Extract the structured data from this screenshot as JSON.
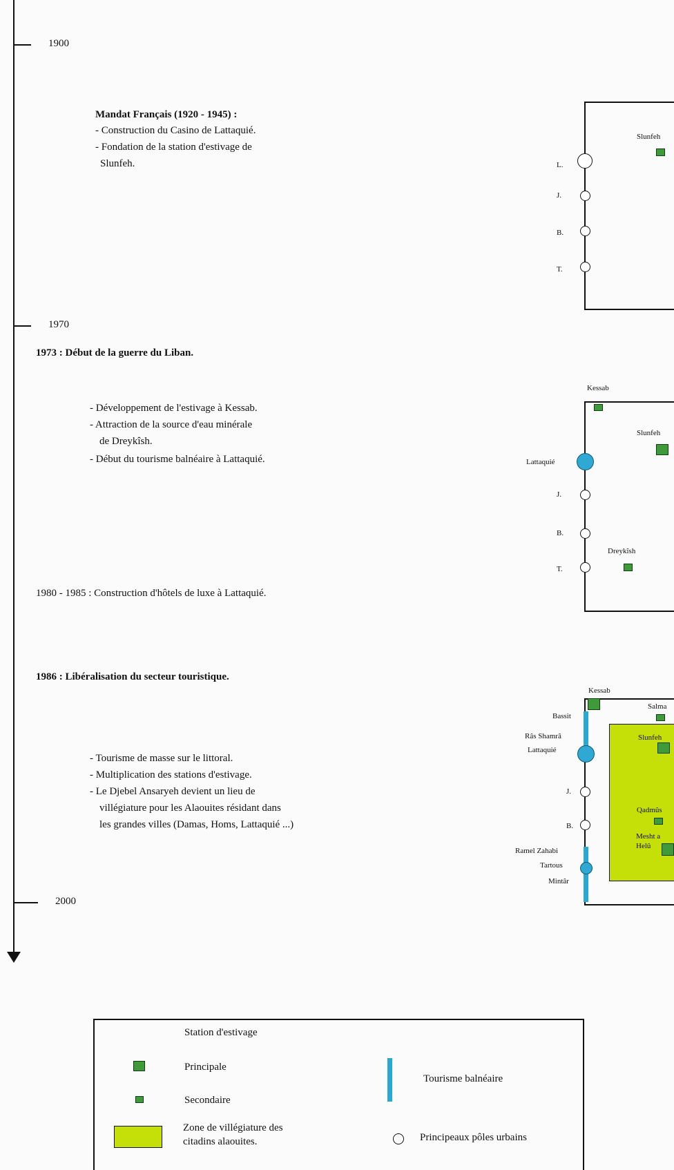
{
  "timeline": {
    "years": [
      "1900",
      "1970",
      "2000"
    ]
  },
  "period1": {
    "title": "Mandat Français (1920 - 1945) :",
    "lines": [
      "- Construction du Casino de Lattaquié.",
      "- Fondation de la station d'estivage de",
      "Slunfeh."
    ]
  },
  "event1973": "1973 : Début de la guerre du Liban.",
  "period2": {
    "lines": [
      "- Développement de l'estivage à Kessab.",
      "- Attraction de la source d'eau minérale",
      "de Dreykîsh.",
      "- Début du tourisme balnéaire à Lattaquié."
    ]
  },
  "event1980": "1980 - 1985 : Construction d'hôtels de luxe à Lattaquié.",
  "event1986": "1986 : Libéralisation du secteur touristique.",
  "period3": {
    "lines": [
      "- Tourisme de masse sur le littoral.",
      "- Multiplication des stations d'estivage.",
      "- Le Djebel Ansaryeh devient un lieu de",
      "villégiature pour les Alaouites résidant dans",
      "les grandes villes (Damas, Homs, Lattaquié ...)"
    ]
  },
  "map1": {
    "slunfeh": "Slunfeh",
    "cities": [
      "L.",
      "J.",
      "B.",
      "T."
    ]
  },
  "map2": {
    "kessab": "Kessab",
    "slunfeh": "Slunfeh",
    "lattaquie": "Lattaquié",
    "dreykish": "Dreykîsh",
    "cities": [
      "J.",
      "B.",
      "T."
    ]
  },
  "map3": {
    "kessab": "Kessab",
    "salma": "Salma",
    "slunfeh": "Slunfeh",
    "qadmus": "Qadmûs",
    "mesht_a": "Mesht a",
    "helu": "Helû",
    "bassit": "Bassit",
    "ras_shamra": "Râs Shamrâ",
    "lattaquie": "Lattaquié",
    "j": "J.",
    "b": "B.",
    "ramel_zahabi": "Ramel Zahabi",
    "tartous": "Tartous",
    "mintar": "Mintâr"
  },
  "legend": {
    "header": "Station d'estivage",
    "principale": "Principale",
    "secondaire": "Secondaire",
    "zone_line1": "Zone de villégiature des",
    "zone_line2": "citadins alaouites.",
    "balneaire": "Tourisme balnéaire",
    "poles": "Principeaux pôles urbains",
    "colors": {
      "station": "#3f9a39",
      "zone": "#c5df08",
      "coast": "#2aa8d4",
      "city": "#ffffff"
    }
  }
}
